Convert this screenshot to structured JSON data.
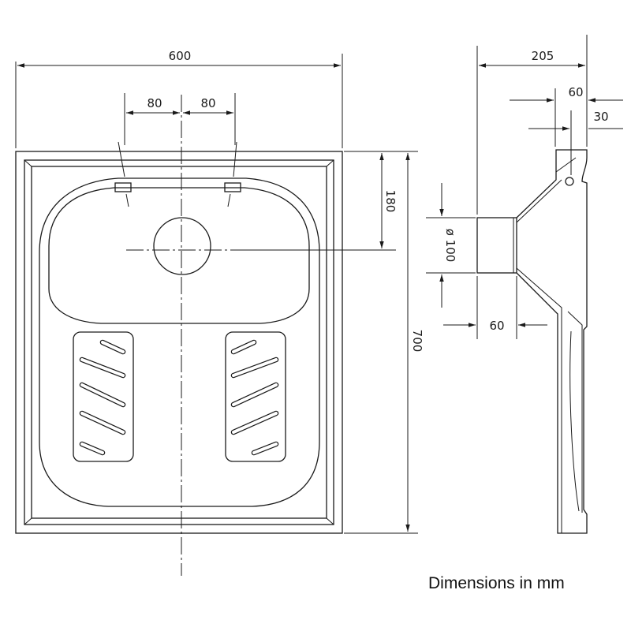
{
  "dimensions": {
    "overall_width": "600",
    "left_offset": "80",
    "right_offset": "80",
    "side_depth": "205",
    "top_offset": "60",
    "rim_offset": "30",
    "drain_from_top": "180",
    "overall_length": "700",
    "outlet_diameter": "ø 100",
    "outlet_length": "60"
  },
  "caption": "Dimensions in mm"
}
